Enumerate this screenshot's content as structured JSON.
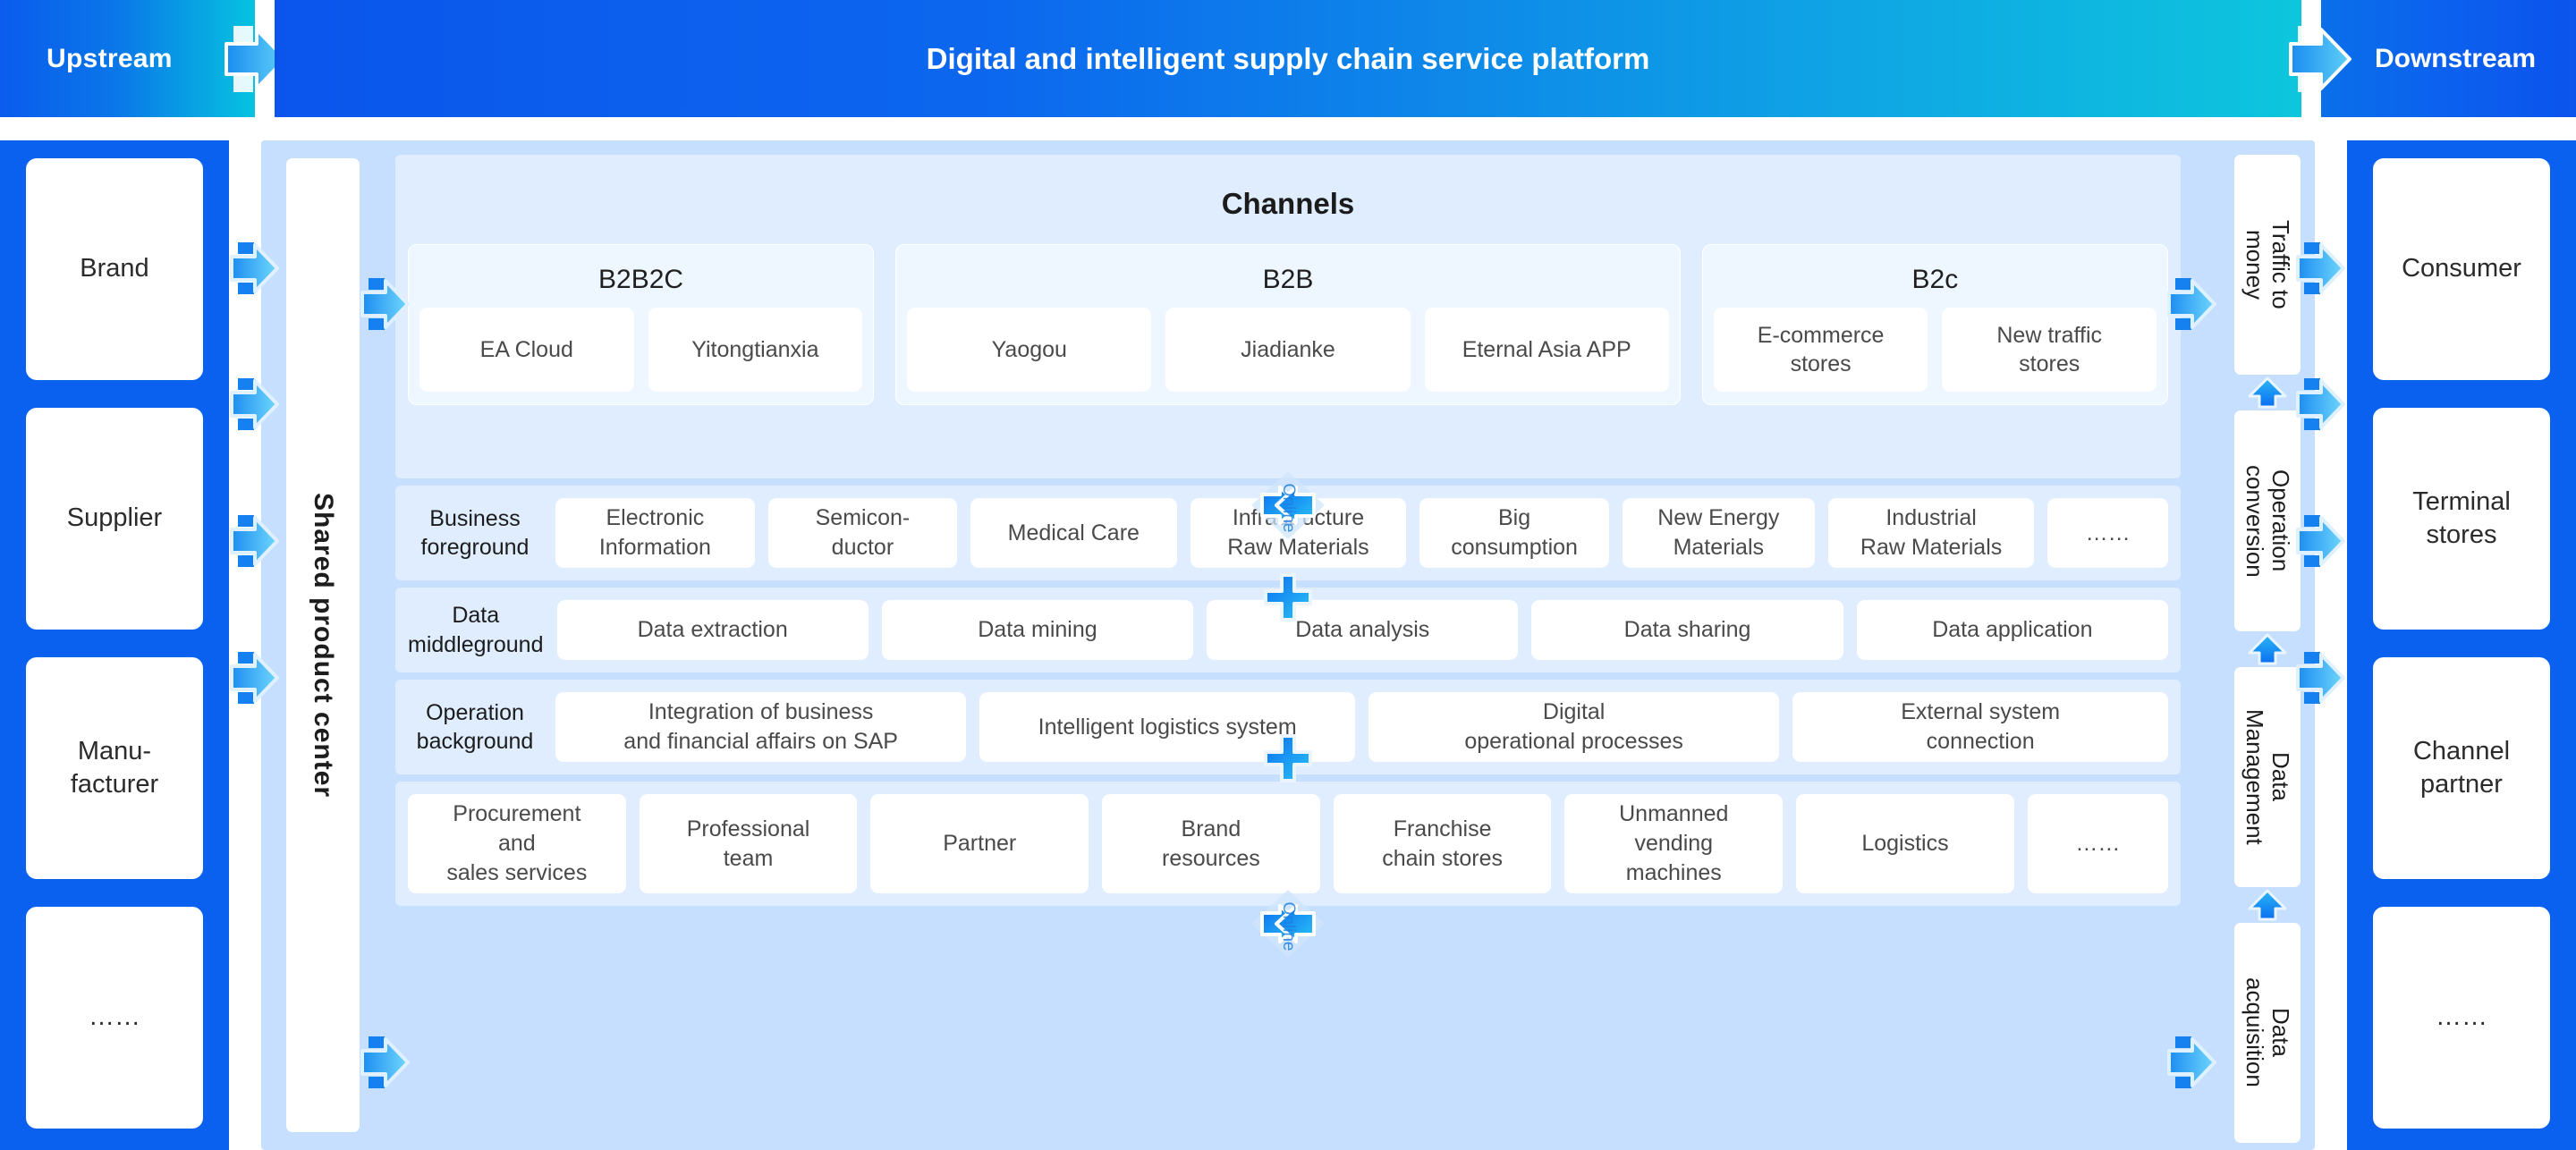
{
  "header": {
    "left_label": "Upstream",
    "title": "Digital and intelligent supply chain service platform",
    "right_label": "Downstream"
  },
  "left_sidebar": {
    "items": [
      {
        "label": "Brand"
      },
      {
        "label": "Supplier"
      },
      {
        "label": "Manu-\nfacturer"
      },
      {
        "label": "……"
      }
    ]
  },
  "right_sidebar": {
    "items": [
      {
        "label": "Consumer"
      },
      {
        "label": "Terminal\nstores"
      },
      {
        "label": "Channel\npartner"
      },
      {
        "label": "……"
      }
    ]
  },
  "shared_product_center": {
    "label": "Shared product center"
  },
  "channels": {
    "title": "Channels",
    "groups": [
      {
        "title": "B2B2C",
        "items": [
          "EA Cloud",
          "Yitongtianxia"
        ]
      },
      {
        "title": "B2B",
        "items": [
          "Yaogou",
          "Jiadianke",
          "Eternal Asia APP"
        ]
      },
      {
        "title": "B2c",
        "items": [
          "E-commerce\nstores",
          "New traffic\nstores"
        ]
      }
    ]
  },
  "business_foreground": {
    "label": "Business\nforeground",
    "items": [
      "Electronic\nInformation",
      "Semicon-\nductor",
      "Medical Care",
      "Infrastructure\nRaw Materials",
      "Big\nconsumption",
      "New Energy\nMaterials",
      "Industrial\nRaw Materials",
      "……"
    ]
  },
  "data_middleground": {
    "label": "Data\nmiddleground",
    "items": [
      "Data extraction",
      "Data mining",
      "Data analysis",
      "Data sharing",
      "Data application"
    ]
  },
  "operation_background": {
    "label": "Operation\nbackground",
    "items": [
      "Integration of business\nand financial affairs on SAP",
      "Intelligent logistics system",
      "Digital\noperational processes",
      "External system\nconnection"
    ]
  },
  "services": {
    "items": [
      "Procurement\nand\nsales services",
      "Professional\nteam",
      "Partner",
      "Brand\nresources",
      "Franchise\nchain stores",
      "Unmanned\nvending\nmachines",
      "Logistics",
      "……"
    ]
  },
  "right_rail": {
    "items": [
      {
        "label": "Traffic to\nmoney"
      },
      {
        "label": "Operation\nconversion"
      },
      {
        "label": "Data\nManagement"
      },
      {
        "label": "Data\nacquisition"
      }
    ]
  },
  "connectors": {
    "online_label": "Online",
    "plus_label": "plus-connector",
    "arrow_label": "arrow-connector"
  },
  "colors": {
    "brand_blue": "#0a61ef",
    "cyan": "#0dc6dd",
    "panel_blue": "#c6dfff",
    "band_blue": "#dfedfe",
    "group_blue": "#eef6ff"
  }
}
